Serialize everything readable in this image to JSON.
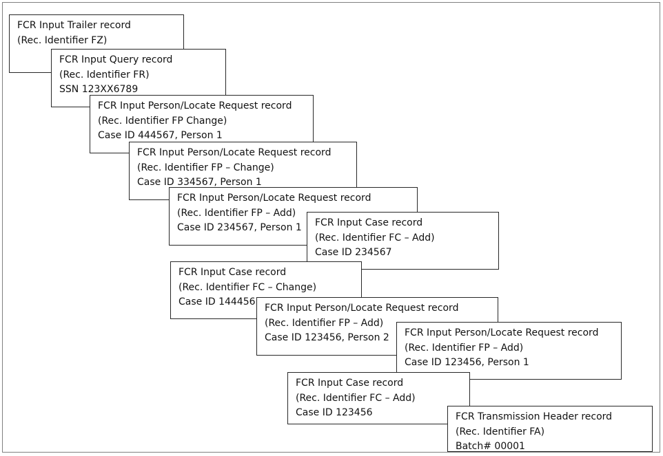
{
  "records": [
    {
      "id": "trailer",
      "lines": [
        "FCR Input Trailer record",
        "(Rec. Identifier FZ)"
      ]
    },
    {
      "id": "query",
      "lines": [
        "FCR Input Query record",
        "(Rec. Identifier FR)",
        "SSN 123XX6789"
      ]
    },
    {
      "id": "person-444567",
      "lines": [
        "FCR Input Person/Locate Request record",
        "(Rec. Identifier FP Change)",
        "Case ID 444567, Person 1"
      ]
    },
    {
      "id": "person-334567",
      "lines": [
        "FCR Input Person/Locate Request record",
        "(Rec. Identifier FP – Change)",
        "Case ID 334567, Person 1"
      ]
    },
    {
      "id": "person-234567",
      "lines": [
        "FCR Input Person/Locate Request record",
        "(Rec. Identifier FP – Add)",
        "Case ID 234567, Person 1"
      ]
    },
    {
      "id": "case-234567",
      "lines": [
        "FCR Input Case record",
        "(Rec. Identifier FC – Add)",
        "Case ID 234567"
      ]
    },
    {
      "id": "case-144456",
      "lines": [
        "FCR Input Case record",
        "(Rec. Identifier FC – Change)",
        "Case ID 144456"
      ]
    },
    {
      "id": "person-123456-p2",
      "lines": [
        "FCR Input Person/Locate Request record",
        "(Rec. Identifier FP – Add)",
        "Case ID 123456, Person 2"
      ]
    },
    {
      "id": "person-123456-p1",
      "lines": [
        "FCR Input Person/Locate Request record",
        "(Rec. Identifier FP – Add)",
        "Case ID 123456, Person 1"
      ]
    },
    {
      "id": "case-123456",
      "lines": [
        "FCR Input Case record",
        "(Rec. Identifier FC – Add)",
        "Case ID 123456"
      ]
    },
    {
      "id": "header",
      "lines": [
        "FCR Transmission Header record",
        "(Rec. Identifier FA)",
        "Batch# 00001"
      ]
    }
  ]
}
